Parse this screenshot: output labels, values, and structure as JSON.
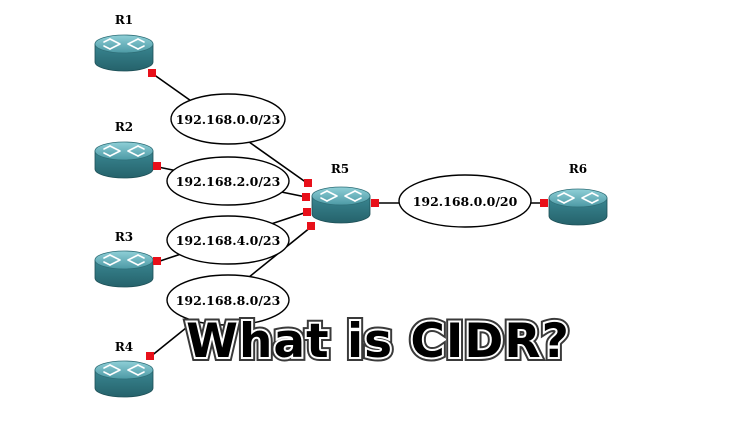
{
  "routers": {
    "r1": {
      "label": "R1"
    },
    "r2": {
      "label": "R2"
    },
    "r3": {
      "label": "R3"
    },
    "r4": {
      "label": "R4"
    },
    "r5": {
      "label": "R5"
    },
    "r6": {
      "label": "R6"
    }
  },
  "networks": {
    "n1": {
      "label": "192.168.0.0/23"
    },
    "n2": {
      "label": "192.168.2.0/23"
    },
    "n3": {
      "label": "192.168.4.0/23"
    },
    "n4": {
      "label": "192.168.8.0/23"
    },
    "n5": {
      "label": "192.168.0.0/20"
    }
  },
  "overlay": {
    "title": "What is CIDR?"
  },
  "colors": {
    "router_body": "#3f8b96",
    "router_top": "#6fb6c0",
    "port": "#e8101a",
    "link": "#000000"
  }
}
